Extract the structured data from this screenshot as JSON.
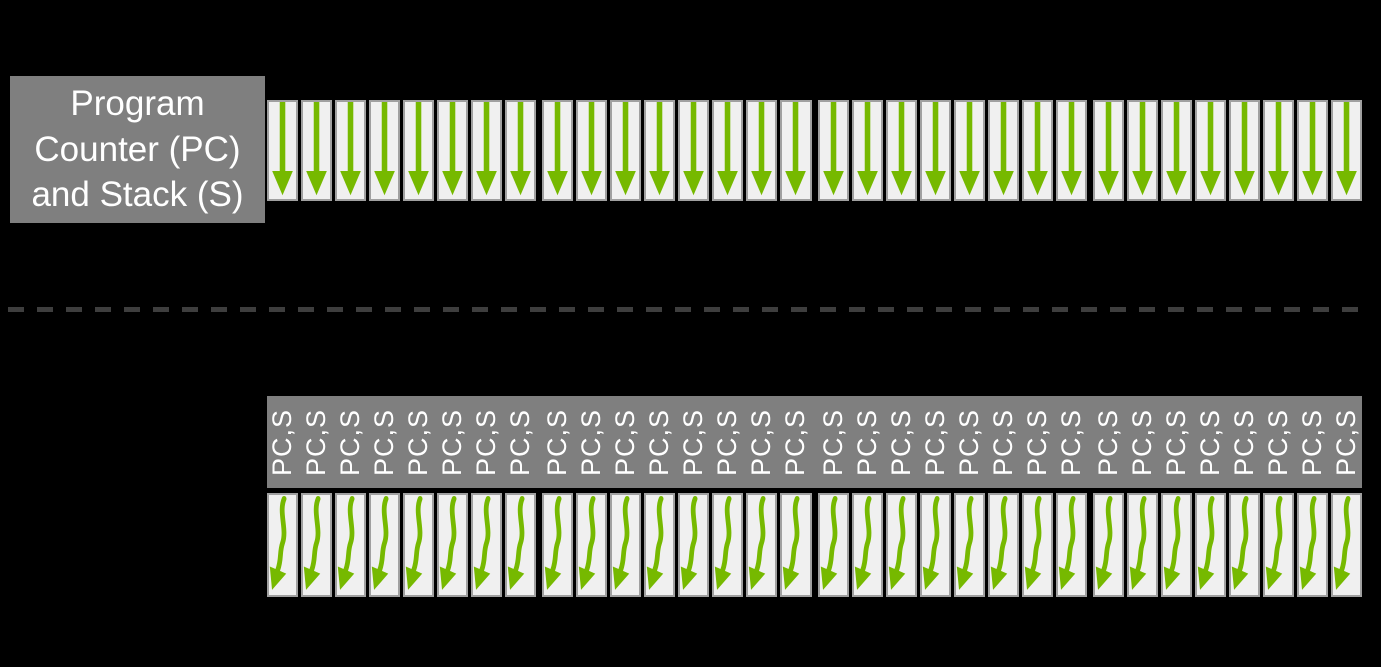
{
  "colors": {
    "background": "#000000",
    "nvidia_green": "#76b900",
    "panel_gray": "#7f7f7f",
    "cell_bg": "#f0f0f0",
    "cell_border": "#a0a0a0",
    "dash_gray": "#3e3e3e",
    "label_white": "#ffffff"
  },
  "pre_volta": {
    "box_label": "Program Counter (PC) and Stack (S)",
    "groups": 4,
    "lanes_per_group": 8,
    "arrow_style": "straight-down"
  },
  "divider": {
    "style": "dashed-horizontal-line"
  },
  "volta": {
    "lane_label": "PC,S",
    "groups": 4,
    "lanes_per_group": 8,
    "arrow_style": "wavy-down"
  }
}
